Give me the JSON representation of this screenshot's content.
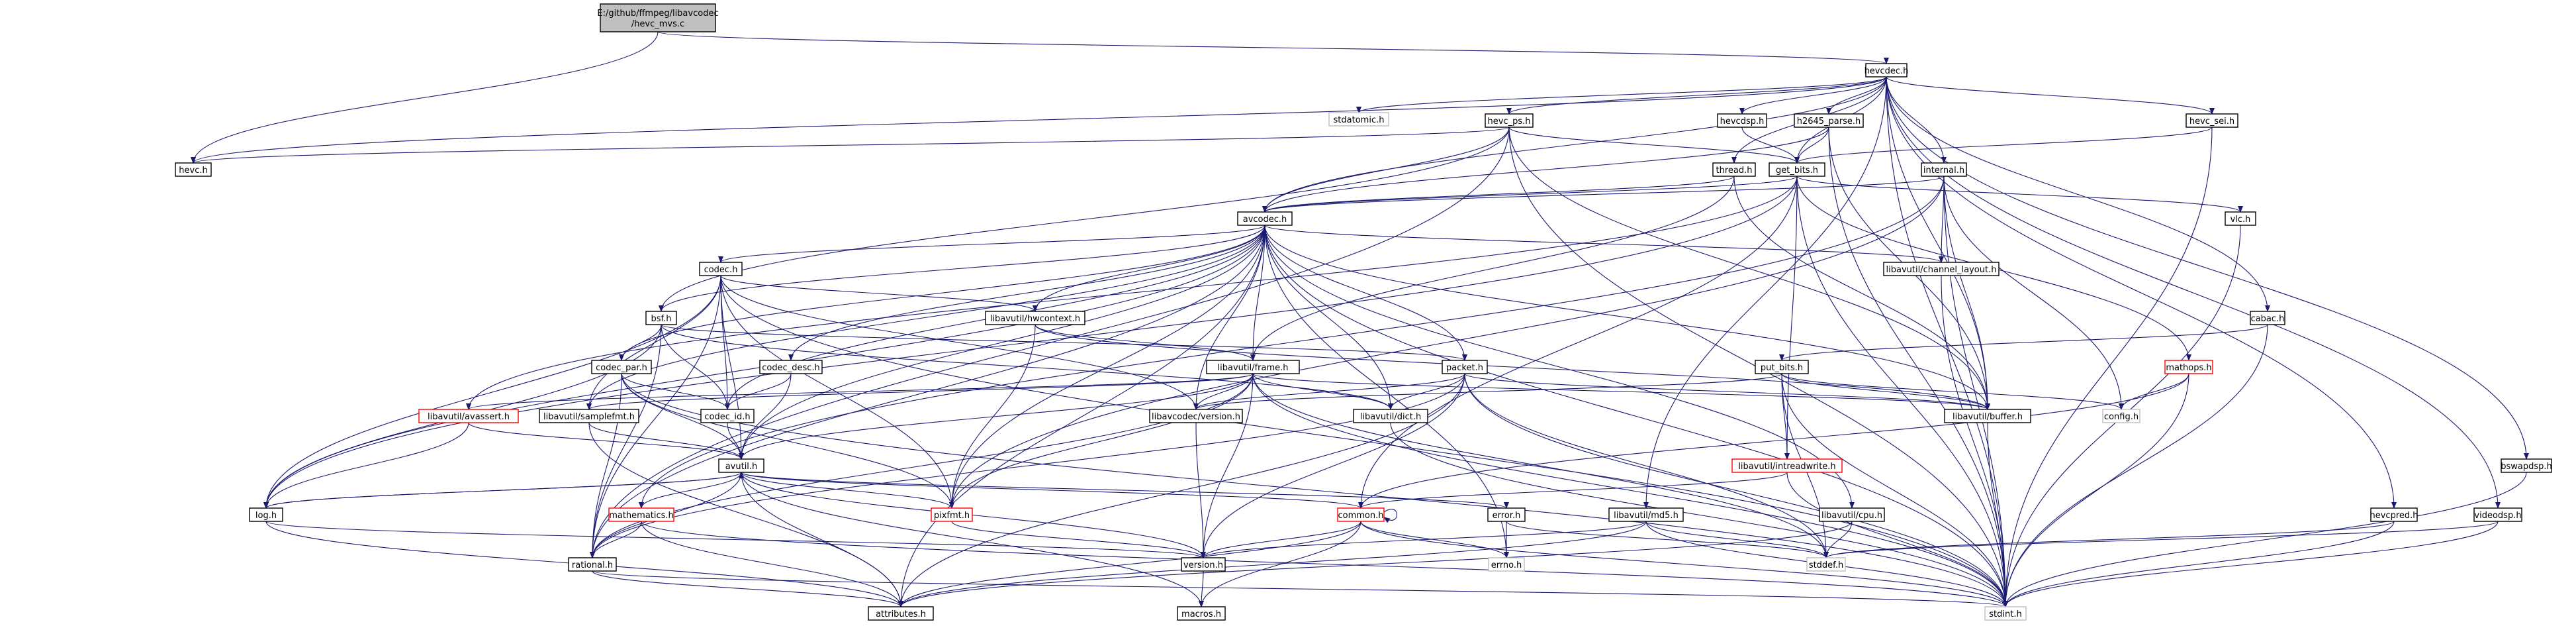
{
  "colors": {
    "edge": "#191970",
    "node_border_default": "#000000",
    "node_border_missing": "#bfbfbf",
    "node_border_more": "#ff0000",
    "root_fill": "#bfbfbf",
    "text": "#000000"
  },
  "nodes": [
    {
      "id": "root",
      "lines": [
        "E:/github/ffmpeg/libavcodec",
        "/hevc_mvs.c"
      ],
      "style": "root"
    },
    {
      "id": "hevcdec",
      "lines": [
        "hevcdec.h"
      ],
      "style": "normal"
    },
    {
      "id": "hevc",
      "lines": [
        "hevc.h"
      ],
      "style": "normal"
    },
    {
      "id": "stdatomic",
      "lines": [
        "stdatomic.h"
      ],
      "style": "missing"
    },
    {
      "id": "hevc_ps",
      "lines": [
        "hevc_ps.h"
      ],
      "style": "normal"
    },
    {
      "id": "hevcdsp",
      "lines": [
        "hevcdsp.h"
      ],
      "style": "normal"
    },
    {
      "id": "h2645_parse",
      "lines": [
        "h2645_parse.h"
      ],
      "style": "normal"
    },
    {
      "id": "hevc_sei",
      "lines": [
        "hevc_sei.h"
      ],
      "style": "normal"
    },
    {
      "id": "get_bits",
      "lines": [
        "get_bits.h"
      ],
      "style": "normal"
    },
    {
      "id": "thread",
      "lines": [
        "thread.h"
      ],
      "style": "normal"
    },
    {
      "id": "internal",
      "lines": [
        "internal.h"
      ],
      "style": "normal"
    },
    {
      "id": "vlc",
      "lines": [
        "vlc.h"
      ],
      "style": "normal"
    },
    {
      "id": "avcodec",
      "lines": [
        "avcodec.h"
      ],
      "style": "normal"
    },
    {
      "id": "codec",
      "lines": [
        "codec.h"
      ],
      "style": "normal"
    },
    {
      "id": "channel_layout",
      "lines": [
        "libavutil/channel_layout.h"
      ],
      "style": "normal"
    },
    {
      "id": "hwcontext",
      "lines": [
        "libavutil/hwcontext.h"
      ],
      "style": "normal"
    },
    {
      "id": "bsf",
      "lines": [
        "bsf.h"
      ],
      "style": "normal"
    },
    {
      "id": "codec_desc",
      "lines": [
        "codec_desc.h"
      ],
      "style": "normal"
    },
    {
      "id": "frame",
      "lines": [
        "libavutil/frame.h"
      ],
      "style": "normal"
    },
    {
      "id": "packet",
      "lines": [
        "packet.h"
      ],
      "style": "normal"
    },
    {
      "id": "cabac",
      "lines": [
        "cabac.h"
      ],
      "style": "normal"
    },
    {
      "id": "put_bits",
      "lines": [
        "put_bits.h"
      ],
      "style": "normal"
    },
    {
      "id": "mathops",
      "lines": [
        "mathops.h"
      ],
      "style": "more"
    },
    {
      "id": "codec_par",
      "lines": [
        "codec_par.h"
      ],
      "style": "normal"
    },
    {
      "id": "avassert",
      "lines": [
        "libavutil/avassert.h"
      ],
      "style": "more"
    },
    {
      "id": "samplefmt",
      "lines": [
        "libavutil/samplefmt.h"
      ],
      "style": "normal"
    },
    {
      "id": "codec_id",
      "lines": [
        "codec_id.h"
      ],
      "style": "normal"
    },
    {
      "id": "avcodec_version",
      "lines": [
        "libavcodec/version.h"
      ],
      "style": "normal"
    },
    {
      "id": "dict",
      "lines": [
        "libavutil/dict.h"
      ],
      "style": "normal"
    },
    {
      "id": "buffer",
      "lines": [
        "libavutil/buffer.h"
      ],
      "style": "normal"
    },
    {
      "id": "config",
      "lines": [
        "config.h"
      ],
      "style": "missing"
    },
    {
      "id": "intreadwrite",
      "lines": [
        "libavutil/intreadwrite.h"
      ],
      "style": "more"
    },
    {
      "id": "avutil",
      "lines": [
        "avutil.h"
      ],
      "style": "normal"
    },
    {
      "id": "log",
      "lines": [
        "log.h"
      ],
      "style": "normal"
    },
    {
      "id": "mathematics",
      "lines": [
        "mathematics.h"
      ],
      "style": "more"
    },
    {
      "id": "pixfmt",
      "lines": [
        "pixfmt.h"
      ],
      "style": "more"
    },
    {
      "id": "common",
      "lines": [
        "common.h"
      ],
      "style": "more"
    },
    {
      "id": "error",
      "lines": [
        "error.h"
      ],
      "style": "normal"
    },
    {
      "id": "md5",
      "lines": [
        "libavutil/md5.h"
      ],
      "style": "normal"
    },
    {
      "id": "cpu",
      "lines": [
        "libavutil/cpu.h"
      ],
      "style": "normal"
    },
    {
      "id": "hevcpred",
      "lines": [
        "hevcpred.h"
      ],
      "style": "normal"
    },
    {
      "id": "videodsp",
      "lines": [
        "videodsp.h"
      ],
      "style": "normal"
    },
    {
      "id": "bswapdsp",
      "lines": [
        "bswapdsp.h"
      ],
      "style": "normal"
    },
    {
      "id": "rational",
      "lines": [
        "rational.h"
      ],
      "style": "normal"
    },
    {
      "id": "version",
      "lines": [
        "version.h"
      ],
      "style": "normal"
    },
    {
      "id": "errno",
      "lines": [
        "errno.h"
      ],
      "style": "missing"
    },
    {
      "id": "stddef",
      "lines": [
        "stddef.h"
      ],
      "style": "missing"
    },
    {
      "id": "attributes",
      "lines": [
        "attributes.h"
      ],
      "style": "normal"
    },
    {
      "id": "macros",
      "lines": [
        "macros.h"
      ],
      "style": "normal"
    },
    {
      "id": "stdint",
      "lines": [
        "stdint.h"
      ],
      "style": "missing"
    }
  ],
  "edges": [
    [
      "root",
      "hevcdec"
    ],
    [
      "root",
      "hevc"
    ],
    [
      "hevcdec",
      "hevc"
    ],
    [
      "hevcdec",
      "stdatomic"
    ],
    [
      "hevcdec",
      "hevc_ps"
    ],
    [
      "hevcdec",
      "hevcdsp"
    ],
    [
      "hevcdec",
      "h2645_parse"
    ],
    [
      "hevcdec",
      "hevc_sei"
    ],
    [
      "hevcdec",
      "get_bits"
    ],
    [
      "hevcdec",
      "thread"
    ],
    [
      "hevcdec",
      "internal"
    ],
    [
      "hevcdec",
      "avcodec"
    ],
    [
      "hevcdec",
      "cabac"
    ],
    [
      "hevcdec",
      "buffer"
    ],
    [
      "hevcdec",
      "hevcpred"
    ],
    [
      "hevcdec",
      "videodsp"
    ],
    [
      "hevcdec",
      "bswapdsp"
    ],
    [
      "hevcdec",
      "md5"
    ],
    [
      "hevcdec",
      "stdint"
    ],
    [
      "hevc_ps",
      "hevc"
    ],
    [
      "hevc_ps",
      "get_bits"
    ],
    [
      "hevc_ps",
      "avcodec"
    ],
    [
      "hevc_ps",
      "bsf"
    ],
    [
      "hevc_ps",
      "buffer"
    ],
    [
      "hevc_ps",
      "rational"
    ],
    [
      "hevc_ps",
      "stdint"
    ],
    [
      "hevcdsp",
      "get_bits"
    ],
    [
      "h2645_parse",
      "get_bits"
    ],
    [
      "h2645_parse",
      "avcodec"
    ],
    [
      "h2645_parse",
      "buffer"
    ],
    [
      "h2645_parse",
      "stdint"
    ],
    [
      "hevc_sei",
      "get_bits"
    ],
    [
      "hevc_sei",
      "stdint"
    ],
    [
      "get_bits",
      "avcodec"
    ],
    [
      "get_bits",
      "vlc"
    ],
    [
      "get_bits",
      "mathops"
    ],
    [
      "get_bits",
      "intreadwrite"
    ],
    [
      "get_bits",
      "avassert"
    ],
    [
      "get_bits",
      "common"
    ],
    [
      "get_bits",
      "log"
    ],
    [
      "get_bits",
      "stdint"
    ],
    [
      "thread",
      "avcodec"
    ],
    [
      "thread",
      "buffer"
    ],
    [
      "thread",
      "frame"
    ],
    [
      "internal",
      "avcodec"
    ],
    [
      "internal",
      "channel_layout"
    ],
    [
      "internal",
      "buffer"
    ],
    [
      "internal",
      "config"
    ],
    [
      "internal",
      "mathematics"
    ],
    [
      "internal",
      "pixfmt"
    ],
    [
      "internal",
      "stdint"
    ],
    [
      "vlc",
      "stdint"
    ],
    [
      "avcodec",
      "codec"
    ],
    [
      "avcodec",
      "channel_layout"
    ],
    [
      "avcodec",
      "hwcontext"
    ],
    [
      "avcodec",
      "bsf"
    ],
    [
      "avcodec",
      "codec_desc"
    ],
    [
      "avcodec",
      "frame"
    ],
    [
      "avcodec",
      "packet"
    ],
    [
      "avcodec",
      "codec_par"
    ],
    [
      "avcodec",
      "samplefmt"
    ],
    [
      "avcodec",
      "codec_id"
    ],
    [
      "avcodec",
      "avcodec_version"
    ],
    [
      "avcodec",
      "dict"
    ],
    [
      "avcodec",
      "buffer"
    ],
    [
      "avcodec",
      "avutil"
    ],
    [
      "avcodec",
      "log"
    ],
    [
      "avcodec",
      "pixfmt"
    ],
    [
      "avcodec",
      "rational"
    ],
    [
      "avcodec",
      "attributes"
    ],
    [
      "avcodec",
      "errno"
    ],
    [
      "avcodec",
      "cpu"
    ],
    [
      "avcodec",
      "stdint"
    ],
    [
      "codec",
      "hwcontext"
    ],
    [
      "codec",
      "samplefmt"
    ],
    [
      "codec",
      "codec_id"
    ],
    [
      "codec",
      "avcodec_version"
    ],
    [
      "codec",
      "avutil"
    ],
    [
      "codec",
      "log"
    ],
    [
      "codec",
      "pixfmt"
    ],
    [
      "codec",
      "rational"
    ],
    [
      "codec",
      "stdint"
    ],
    [
      "channel_layout",
      "stdint"
    ],
    [
      "hwcontext",
      "frame"
    ],
    [
      "hwcontext",
      "buffer"
    ],
    [
      "hwcontext",
      "pixfmt"
    ],
    [
      "bsf",
      "codec_par"
    ],
    [
      "bsf",
      "codec_id"
    ],
    [
      "bsf",
      "packet"
    ],
    [
      "bsf",
      "dict"
    ],
    [
      "bsf",
      "log"
    ],
    [
      "bsf",
      "rational"
    ],
    [
      "codec_desc",
      "codec_id"
    ],
    [
      "codec_desc",
      "avutil"
    ],
    [
      "frame",
      "avassert"
    ],
    [
      "frame",
      "samplefmt"
    ],
    [
      "frame",
      "avcodec_version"
    ],
    [
      "frame",
      "dict"
    ],
    [
      "frame",
      "buffer"
    ],
    [
      "frame",
      "avutil"
    ],
    [
      "frame",
      "pixfmt"
    ],
    [
      "frame",
      "rational"
    ],
    [
      "frame",
      "version"
    ],
    [
      "frame",
      "stddef"
    ],
    [
      "frame",
      "stdint"
    ],
    [
      "packet",
      "avcodec_version"
    ],
    [
      "packet",
      "dict"
    ],
    [
      "packet",
      "buffer"
    ],
    [
      "packet",
      "attributes"
    ],
    [
      "packet",
      "rational"
    ],
    [
      "packet",
      "version"
    ],
    [
      "packet",
      "stddef"
    ],
    [
      "packet",
      "stdint"
    ],
    [
      "cabac",
      "put_bits"
    ],
    [
      "cabac",
      "stdint"
    ],
    [
      "put_bits",
      "avcodec_version"
    ],
    [
      "put_bits",
      "intreadwrite"
    ],
    [
      "put_bits",
      "buffer"
    ],
    [
      "put_bits",
      "config"
    ],
    [
      "put_bits",
      "stddef"
    ],
    [
      "put_bits",
      "stdint"
    ],
    [
      "mathops",
      "config"
    ],
    [
      "mathops",
      "common"
    ],
    [
      "mathops",
      "stdint"
    ],
    [
      "codec_par",
      "codec_id"
    ],
    [
      "codec_par",
      "avutil"
    ],
    [
      "codec_par",
      "pixfmt"
    ],
    [
      "codec_par",
      "rational"
    ],
    [
      "codec_par",
      "stdint"
    ],
    [
      "avassert",
      "avutil"
    ],
    [
      "avassert",
      "log"
    ],
    [
      "samplefmt",
      "avutil"
    ],
    [
      "samplefmt",
      "attributes"
    ],
    [
      "codec_id",
      "avutil"
    ],
    [
      "avcodec_version",
      "version"
    ],
    [
      "dict",
      "stdint"
    ],
    [
      "buffer",
      "stdint"
    ],
    [
      "intreadwrite",
      "common"
    ],
    [
      "intreadwrite",
      "stdint"
    ],
    [
      "avutil",
      "log"
    ],
    [
      "avutil",
      "mathematics"
    ],
    [
      "avutil",
      "pixfmt"
    ],
    [
      "avutil",
      "common"
    ],
    [
      "avutil",
      "error"
    ],
    [
      "avutil",
      "rational"
    ],
    [
      "avutil",
      "version"
    ],
    [
      "avutil",
      "macros"
    ],
    [
      "avutil",
      "attributes"
    ],
    [
      "log",
      "avutil"
    ],
    [
      "log",
      "attributes"
    ],
    [
      "log",
      "version"
    ],
    [
      "mathematics",
      "rational"
    ],
    [
      "mathematics",
      "attributes"
    ],
    [
      "mathematics",
      "stdint"
    ],
    [
      "pixfmt",
      "version"
    ],
    [
      "common",
      "common"
    ],
    [
      "common",
      "attributes"
    ],
    [
      "common",
      "version"
    ],
    [
      "common",
      "errno"
    ],
    [
      "common",
      "macros"
    ],
    [
      "common",
      "stdint"
    ],
    [
      "error",
      "errno"
    ],
    [
      "error",
      "stddef"
    ],
    [
      "md5",
      "attributes"
    ],
    [
      "md5",
      "version"
    ],
    [
      "md5",
      "stddef"
    ],
    [
      "md5",
      "stdint"
    ],
    [
      "cpu",
      "attributes"
    ],
    [
      "cpu",
      "stddef"
    ],
    [
      "hevcpred",
      "stddef"
    ],
    [
      "hevcpred",
      "stdint"
    ],
    [
      "videodsp",
      "stddef"
    ],
    [
      "videodsp",
      "stdint"
    ],
    [
      "bswapdsp",
      "stdint"
    ],
    [
      "rational",
      "attributes"
    ],
    [
      "rational",
      "stdint"
    ],
    [
      "version",
      "macros"
    ]
  ]
}
